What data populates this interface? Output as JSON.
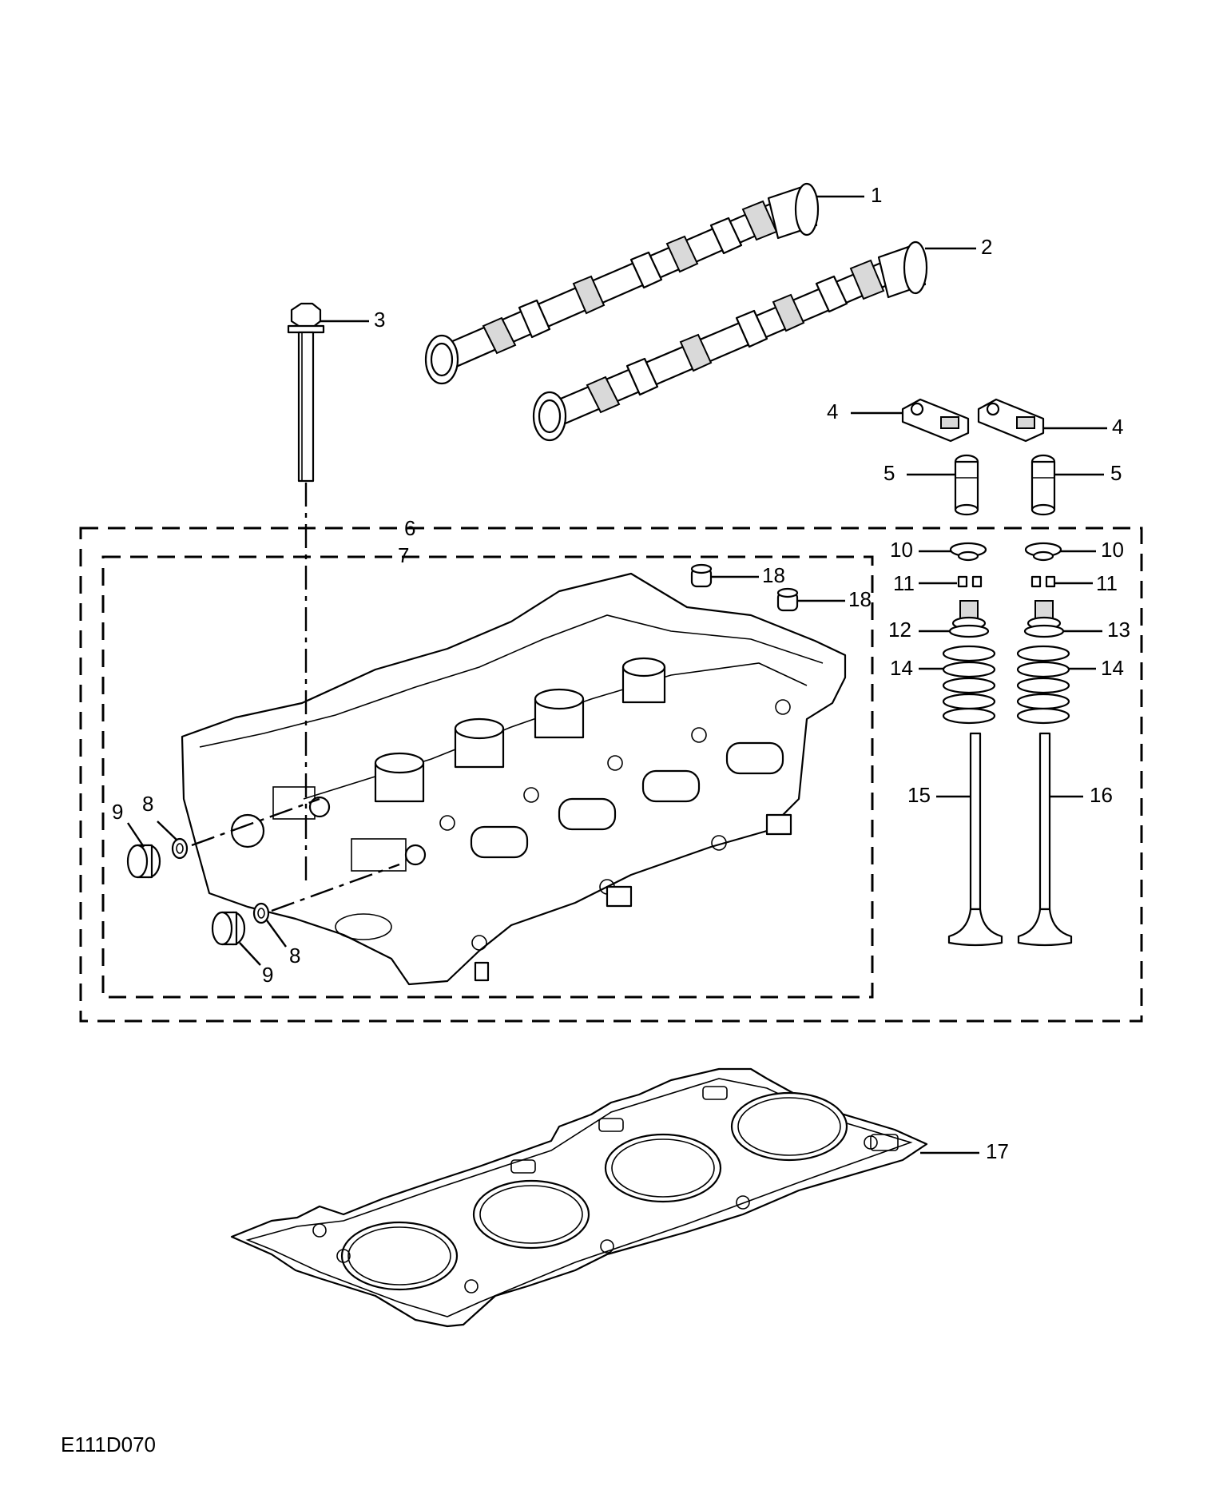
{
  "figure_id": "E111D070",
  "callouts": [
    {
      "key": "c1",
      "label": "1"
    },
    {
      "key": "c2",
      "label": "2"
    },
    {
      "key": "c3",
      "label": "3"
    },
    {
      "key": "c4a",
      "label": "4"
    },
    {
      "key": "c4b",
      "label": "4"
    },
    {
      "key": "c5a",
      "label": "5"
    },
    {
      "key": "c5b",
      "label": "5"
    },
    {
      "key": "c6",
      "label": "6"
    },
    {
      "key": "c7",
      "label": "7"
    },
    {
      "key": "c8a",
      "label": "8"
    },
    {
      "key": "c8b",
      "label": "8"
    },
    {
      "key": "c9a",
      "label": "9"
    },
    {
      "key": "c9b",
      "label": "9"
    },
    {
      "key": "c10a",
      "label": "10"
    },
    {
      "key": "c10b",
      "label": "10"
    },
    {
      "key": "c11a",
      "label": "11"
    },
    {
      "key": "c11b",
      "label": "11"
    },
    {
      "key": "c12",
      "label": "12"
    },
    {
      "key": "c13",
      "label": "13"
    },
    {
      "key": "c14a",
      "label": "14"
    },
    {
      "key": "c14b",
      "label": "14"
    },
    {
      "key": "c15",
      "label": "15"
    },
    {
      "key": "c16",
      "label": "16"
    },
    {
      "key": "c17",
      "label": "17"
    },
    {
      "key": "c18a",
      "label": "18"
    },
    {
      "key": "c18b",
      "label": "18"
    }
  ]
}
